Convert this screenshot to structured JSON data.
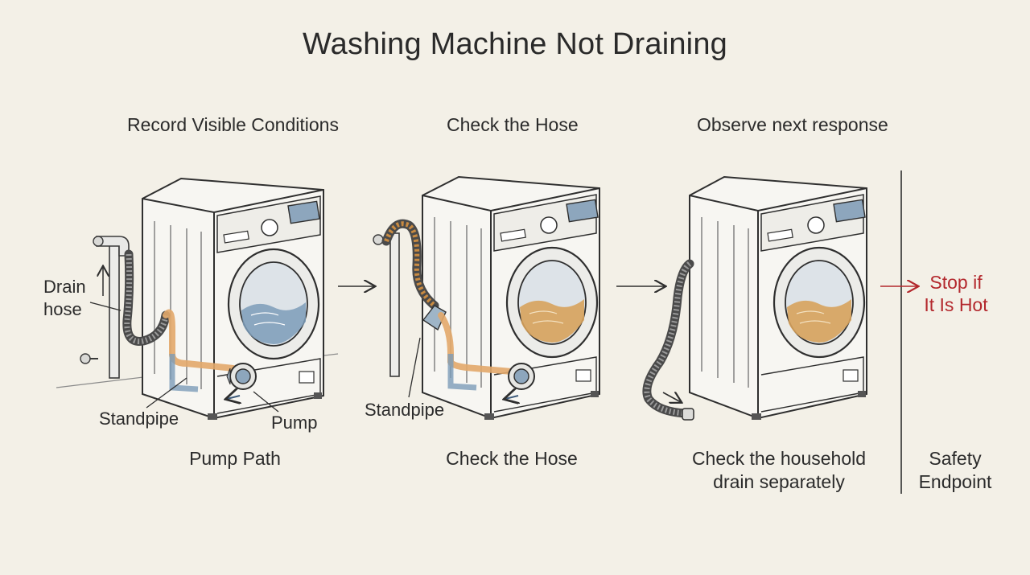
{
  "title": "Washing Machine Not Draining",
  "steps": [
    {
      "heading": "Record Visible Conditions",
      "caption": "Pump Path",
      "labels": {
        "drain_line1": "Drain",
        "drain_line2": "hose",
        "standpipe": "Standpipe",
        "pump": "Pump"
      }
    },
    {
      "heading": "Check the Hose",
      "caption": "Check the Hose",
      "labels": {
        "standpipe": "Standpipe"
      }
    },
    {
      "heading": "Observe next response",
      "caption_line1": "Check the household",
      "caption_line2": "drain separately"
    }
  ],
  "safety": {
    "warning_line1": "Stop if",
    "warning_line2": "It Is Hot",
    "caption_line1": "Safety",
    "caption_line2": "Endpoint"
  },
  "colors": {
    "background": "#f3f0e7",
    "ink": "#2f2f2f",
    "warning": "#b3282d",
    "water_blue": "#7c9cb8",
    "dirty_water": "#d7a25c",
    "hose_orange": "#e2a86a"
  }
}
